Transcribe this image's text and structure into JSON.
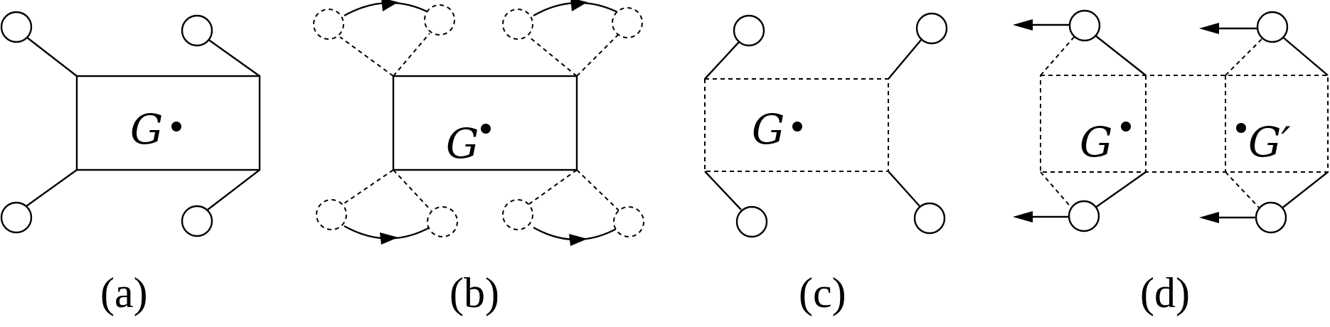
{
  "panels": [
    {
      "label": "(a)",
      "g": "G"
    },
    {
      "label": "(b)",
      "g": "G"
    },
    {
      "label": "(c)",
      "g": "G"
    },
    {
      "label": "(d)",
      "g": "G",
      "g2": "G′"
    }
  ]
}
